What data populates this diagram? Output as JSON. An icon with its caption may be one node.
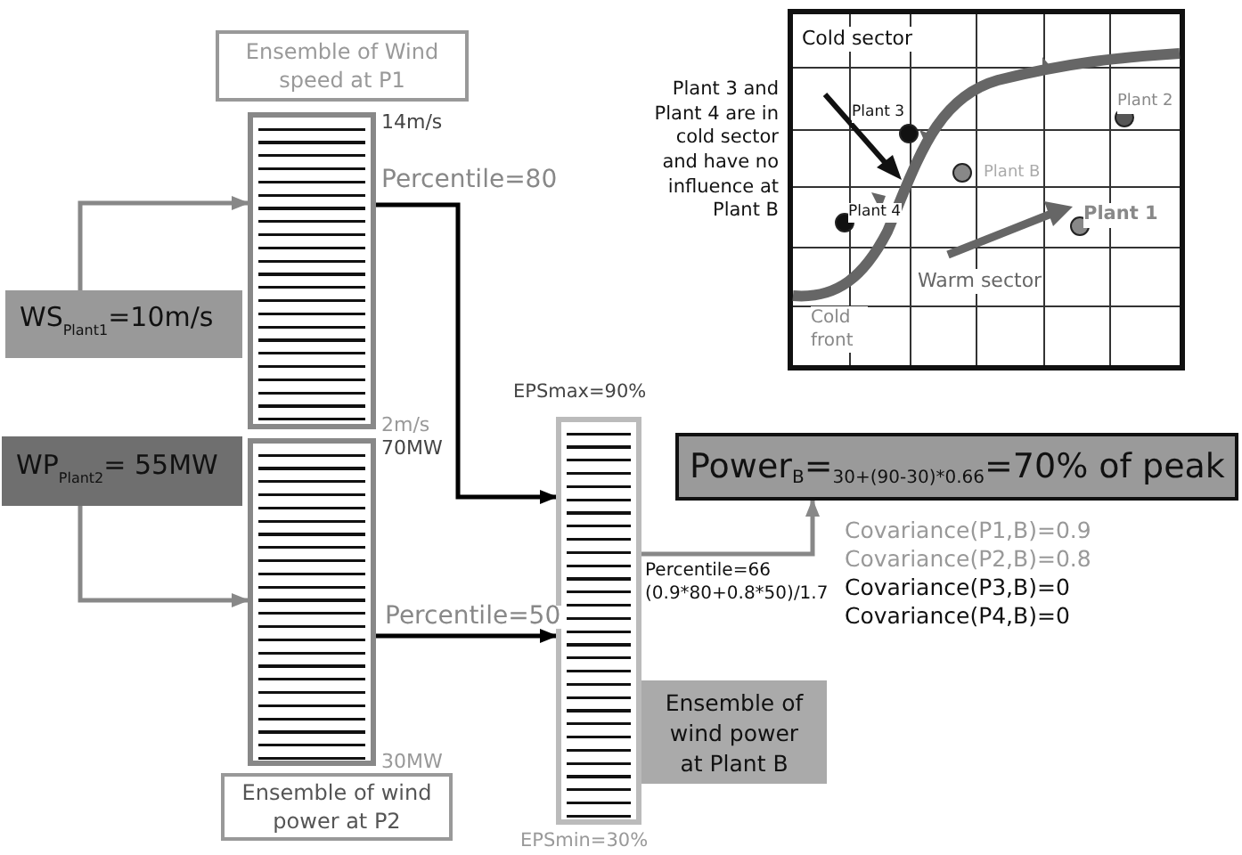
{
  "diagram": {
    "nodes": [
      {
        "text": [
          "Ensemble of Wind speed at  P1"
        ]
      },
      {
        "text": [],
        "shape": "bar"
      },
      {
        "text": [
          "WS$_{Plant1}$=10m/s"
        ]
      },
      {
        "text": [
          "WP$_{Plant2}$= 55MW"
        ]
      },
      {
        "text": [],
        "shape": "bar"
      },
      {
        "text": [
          "Ensemble of wind power at P2"
        ]
      },
      {
        "text": [],
        "shape": "bar"
      },
      {
        "text": [
          "Ensemble of wind power at Plant B"
        ]
      },
      {
        "text": [
          "Power$_{B}$=$_{30+(90-30)*0.66}$=70% of peak"
        ]
      }
    ],
    "edges": [
      {
        "from": 2,
        "to": 1,
        "arrow": "to"
      },
      {
        "from": 1,
        "to": 6,
        "arrow": "to",
        "label": "Percentile=80",
        "color": "#000000"
      },
      {
        "from": 3,
        "to": 4,
        "arrow": "to"
      },
      {
        "from": 4,
        "to": 6,
        "arrow": "to",
        "label": "Percentile=50",
        "color": "#000000"
      },
      {
        "from": 6,
        "to": 8,
        "arrow": "to",
        "label": "Percentile=66 (0.9*80+0.8*50)/1.7"
      }
    ],
    "labels": [
      "14m/s",
      "2m/s",
      "70MW",
      "30MW",
      "EPSmax=90%",
      "EPSmin=30%",
      "Covariance(P1,B)=0.9",
      "Covariance(P2,B)=0.8",
      "Covariance(P3,B)=0",
      "Covariance(P4,B)=0",
      "Plant 3 and Plant 4 are in cold sector and have no influence at Plant B",
      "Cold sector",
      "Plant 3",
      "Plant 2",
      "Plant B",
      "Plant 4",
      "Plant 1",
      "Warm sector",
      "Cold front"
    ]
  }
}
